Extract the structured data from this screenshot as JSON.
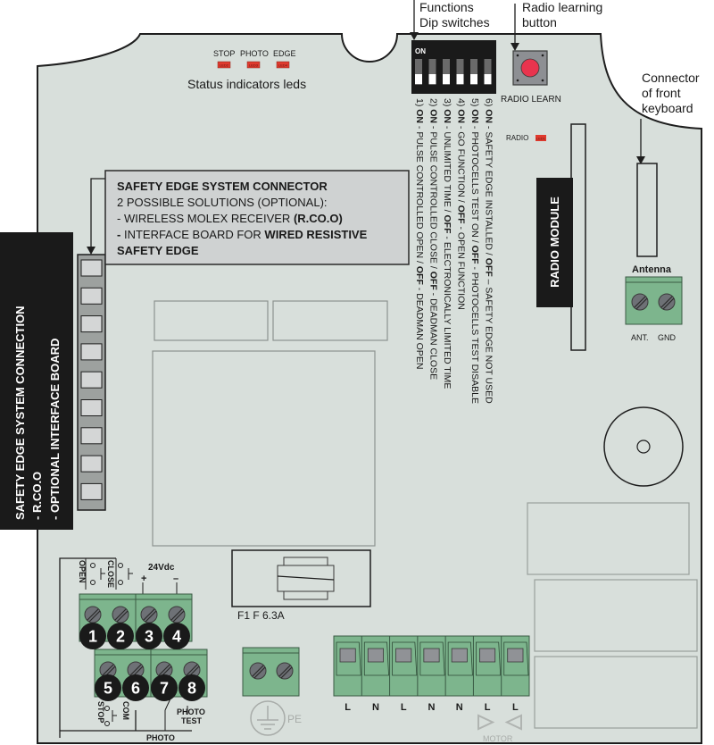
{
  "callouts": {
    "dip_switches": [
      "Functions",
      "Dip switches"
    ],
    "radio_learning": [
      "Radio learning",
      "button"
    ],
    "front_keyboard": [
      "Connector",
      "of front",
      "keyboard"
    ],
    "status_leds": "Status indicators leds"
  },
  "status_leds": [
    {
      "label": "STOP",
      "chip": "LED2"
    },
    {
      "label": "PHOTO",
      "chip": "LED3"
    },
    {
      "label": "EDGE",
      "chip": "LED4"
    }
  ],
  "dip": {
    "on_label": "ON",
    "count": 6,
    "functions": [
      {
        "n": "1)",
        "on": "ON",
        "on_text": " - PULSE CONTROLLED OPEN / ",
        "off": "OFF",
        "off_text": " - DEADMAN OPEN"
      },
      {
        "n": "2)",
        "on": "ON",
        "on_text": " - PULSE CONTROLLED CLOSE / ",
        "off": "OFF",
        "off_text": " - DEADMAN CLOSE"
      },
      {
        "n": "3)",
        "on": "ON",
        "on_text": " - UNLIMITED TIME / ",
        "off": "OFF",
        "off_text": " - ELECTRONICALLY LIMITED TIME"
      },
      {
        "n": "4)",
        "on": "ON",
        "on_text": " - GO FUNCTION / ",
        "off": "OFF",
        "off_text": " - OPEN FUNCTION"
      },
      {
        "n": "5)",
        "on": "ON",
        "on_text": " - PHOTOCELLS TEST ON / ",
        "off": "OFF",
        "off_text": " - PHOTOCELLS TEST DISABLE"
      },
      {
        "n": "6)",
        "on": "ON",
        "on_text": " - SAFETY EDGE INSTALLED / ",
        "off": "OFF",
        "off_text": " – SAFETY EDGE NOT USED"
      }
    ]
  },
  "radio_learn": {
    "label": "RADIO LEARN",
    "button_color": "#e8344e"
  },
  "radio_led": {
    "label": "RADIO",
    "chip": "LED1"
  },
  "radio_module": {
    "label": "RADIO MODULE"
  },
  "antenna": {
    "title": "Antenna",
    "terminals": [
      "ANT.",
      "GND"
    ]
  },
  "safety_box": {
    "title": "SAFETY EDGE SYSTEM CONNECTOR",
    "line1": "2 POSSIBLE SOLUTIONS (OPTIONAL):",
    "line2_a": "- WIRELESS MOLEX RECEIVER ",
    "line2_b": "(R.CO.O)",
    "line3_a": "- ",
    "line3_b": "INTERFACE BOARD FOR ",
    "line3_c": "WIRED RESISTIVE",
    "line4": "SAFETY EDGE"
  },
  "side_label": {
    "line1": "SAFETY EDGE SYSTEM CONNECTION",
    "line2": "- R.CO.O",
    "line3": "- OPTIONAL INTERFACE BOARD"
  },
  "fuse": {
    "label": "F1  F 6.3A"
  },
  "low_voltage": {
    "supply_label": "24Vdc",
    "plus": "+",
    "minus": "–",
    "top_labels": [
      "OPEN",
      "CLOSE"
    ],
    "terminals": [
      "1",
      "2",
      "3",
      "4",
      "5",
      "6",
      "7",
      "8"
    ],
    "bottom_labels": {
      "stop": "STOP",
      "com": "COM",
      "photo": "PHOTO",
      "photo_test": [
        "PHOTO",
        "TEST"
      ]
    }
  },
  "pe": {
    "label": "PE"
  },
  "power_terminals": [
    "L",
    "N",
    "L",
    "N",
    "N",
    "L",
    "L"
  ],
  "motor": {
    "label": "MOTOR"
  },
  "colors": {
    "board": "#d8dfdb",
    "terminal_green": "#7db58d",
    "led_red": "#e03a2e",
    "dark": "#1e1e1e"
  }
}
